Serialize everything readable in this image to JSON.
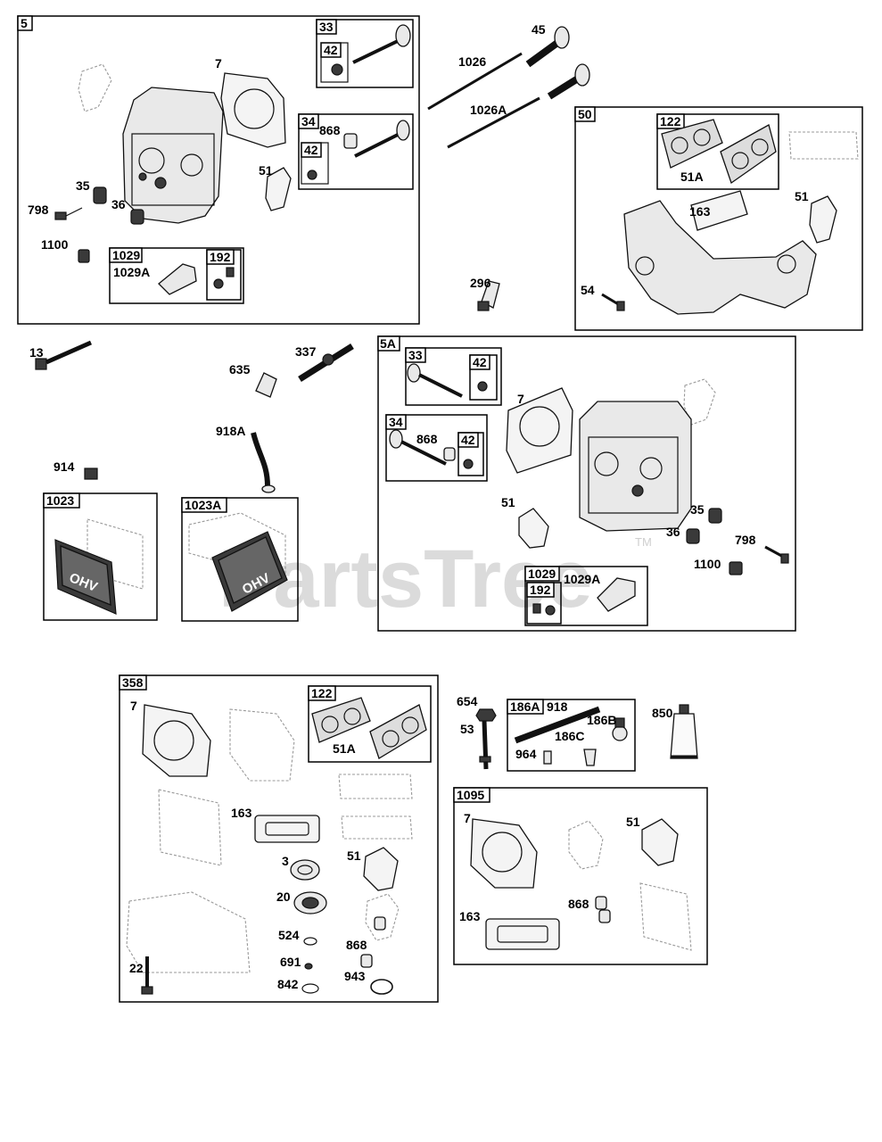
{
  "watermark": {
    "text": "PartsTree",
    "tm": "TM"
  },
  "groups": {
    "g5": "5",
    "g33a": "33",
    "g42a": "42",
    "g34a": "34",
    "g42b": "42",
    "g1029a": "1029",
    "g192a": "192",
    "g50": "50",
    "g122a": "122",
    "g5A": "5A",
    "g33b": "33",
    "g42c": "42",
    "g34b": "34",
    "g42d": "42",
    "g1029b": "1029",
    "g192b": "192",
    "g1023": "1023",
    "g1023A": "1023A",
    "g358": "358",
    "g122b": "122",
    "g186A": "186A",
    "g1095": "1095"
  },
  "labels": {
    "p7a": "7",
    "p35a": "35",
    "p798a": "798",
    "p36a": "36",
    "p1100a": "1100",
    "p51a": "51",
    "p868a": "868",
    "p1029Aa": "1029A",
    "p45": "45",
    "p1026": "1026",
    "p1026A": "1026A",
    "p296": "296",
    "p51Aa": "51A",
    "p163a": "163",
    "p51b": "51",
    "p54": "54",
    "p13": "13",
    "p635": "635",
    "p337": "337",
    "p918A": "918A",
    "p914": "914",
    "p7b": "7",
    "p868b": "868",
    "p51c": "51",
    "p35b": "35",
    "p36b": "36",
    "p798b": "798",
    "p1100b": "1100",
    "p1029Ab": "1029A",
    "p7c": "7",
    "p51Ab": "51A",
    "p163b": "163",
    "p3": "3",
    "p51d": "51",
    "p20": "20",
    "p524": "524",
    "p868c": "868",
    "p691": "691",
    "p22": "22",
    "p842": "842",
    "p943": "943",
    "p654": "654",
    "p53": "53",
    "p918": "918",
    "p186B": "186B",
    "p186C": "186C",
    "p964": "964",
    "p850": "850",
    "p7d": "7",
    "p51e": "51",
    "p868d": "868",
    "p163c": "163"
  },
  "cover_text": "OHV"
}
